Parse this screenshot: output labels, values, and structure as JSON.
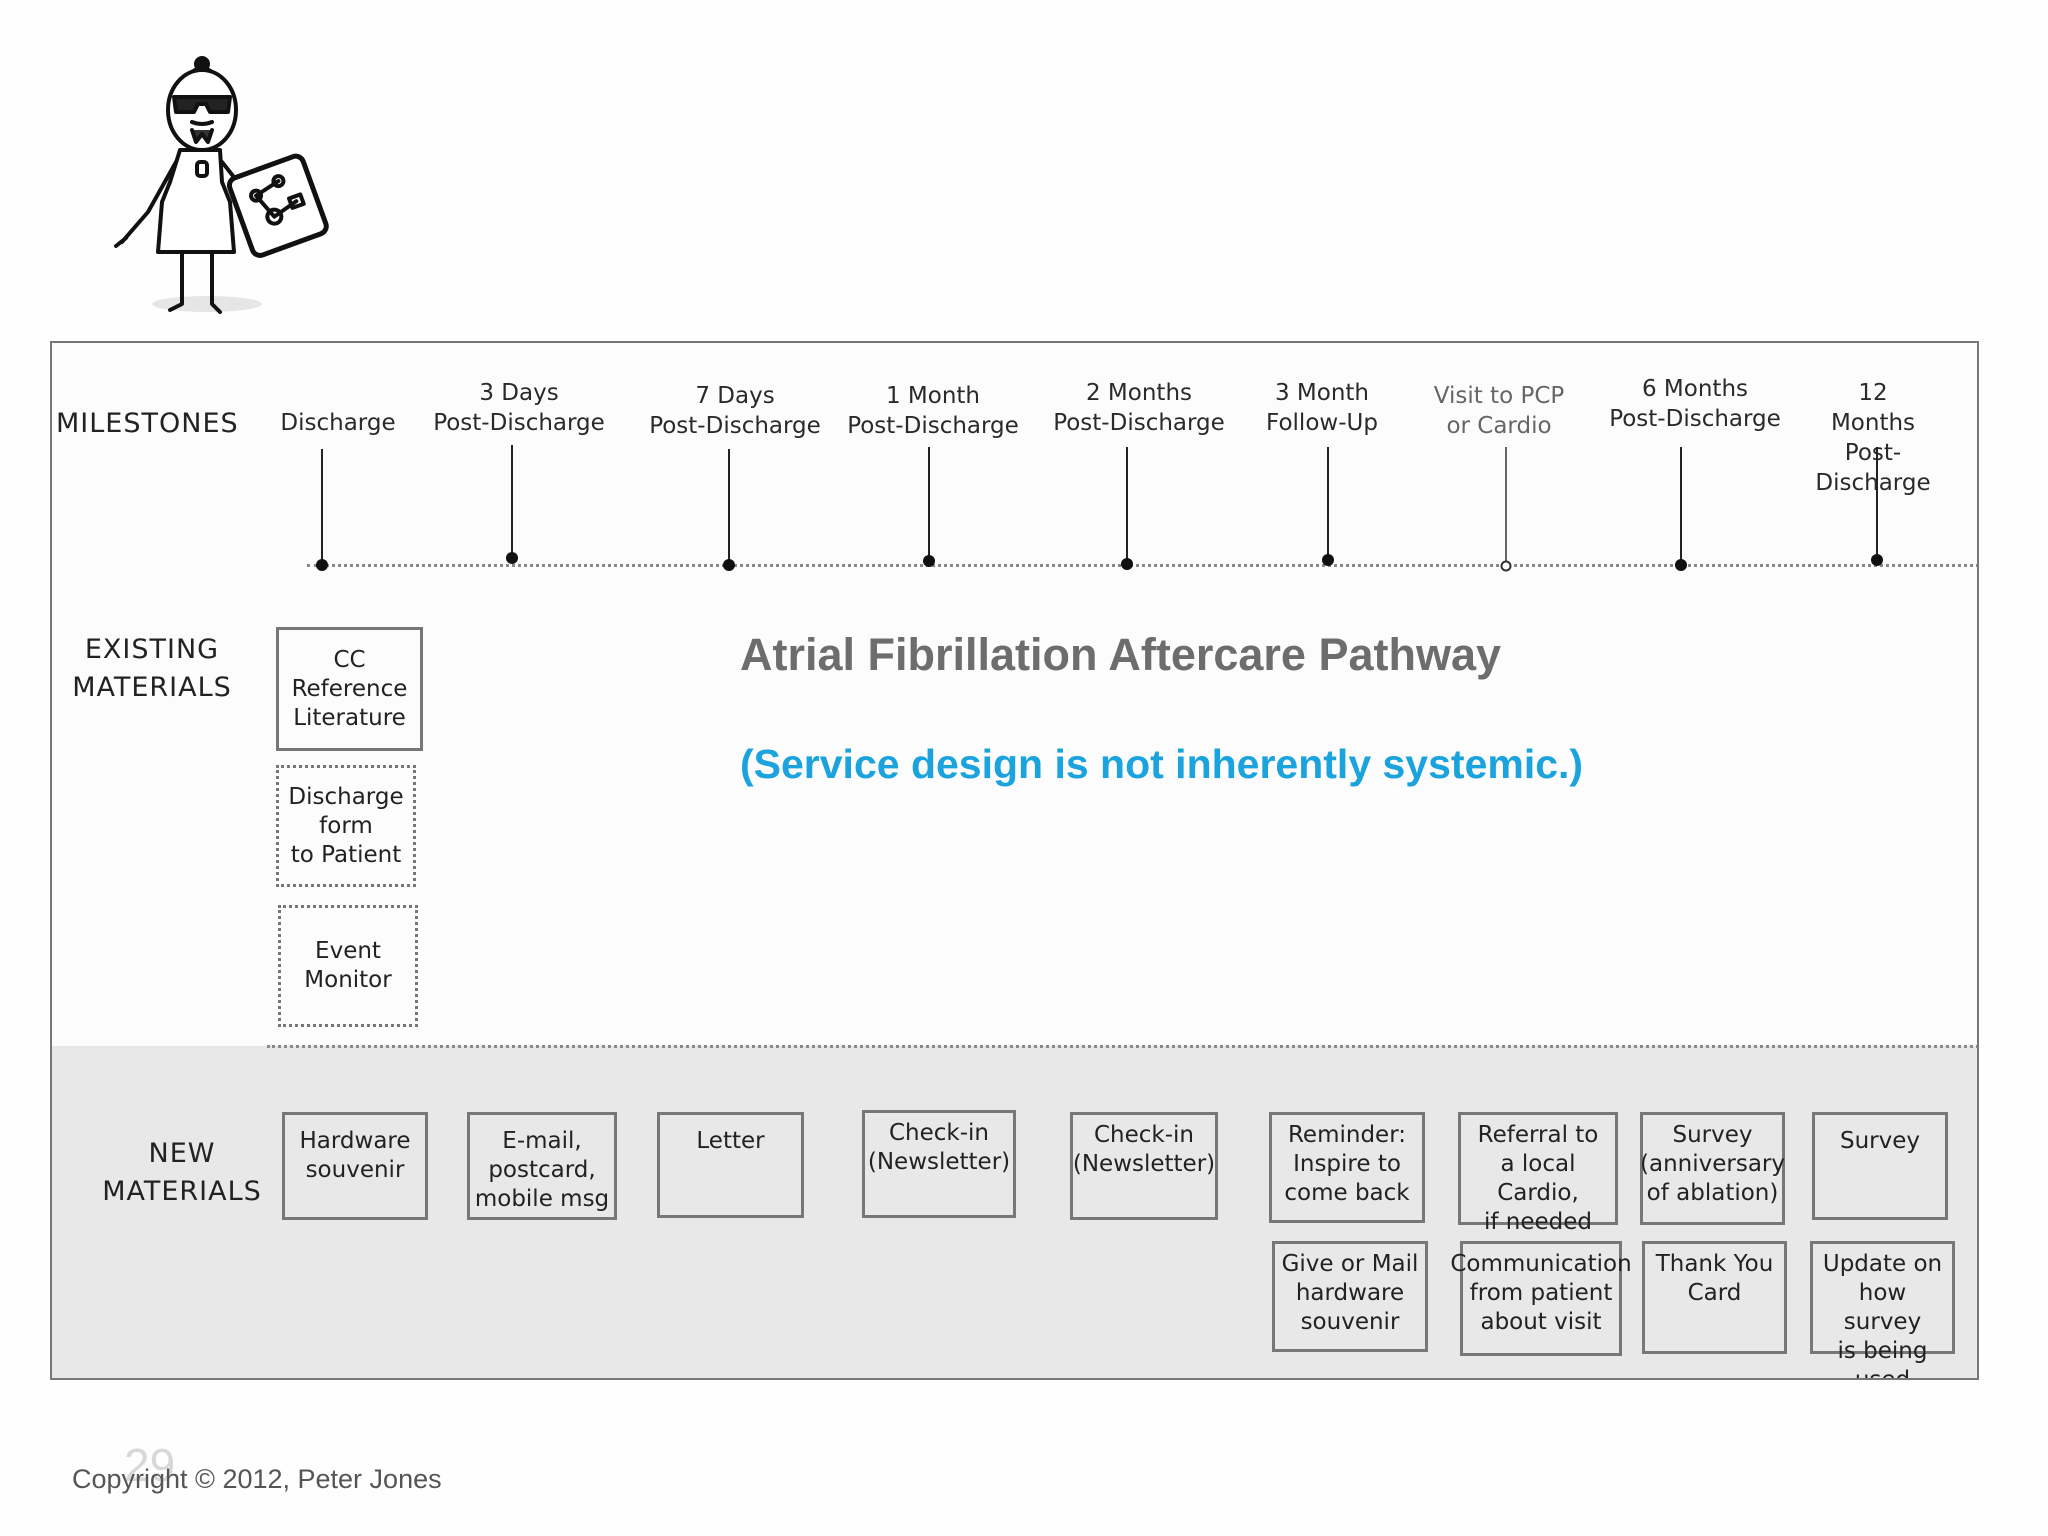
{
  "sections": {
    "milestones": "MILESTONES",
    "existing": "EXISTING\nMATERIALS",
    "new": "NEW\nMATERIALS"
  },
  "milestones": [
    {
      "label": "Discharge"
    },
    {
      "label": "3 Days\nPost-Discharge"
    },
    {
      "label": "7 Days\nPost-Discharge"
    },
    {
      "label": "1 Month\nPost-Discharge"
    },
    {
      "label": "2 Months\nPost-Discharge"
    },
    {
      "label": "3 Month\nFollow-Up"
    },
    {
      "label": "Visit to PCP\nor Cardio"
    },
    {
      "label": "6 Months\nPost-Discharge"
    },
    {
      "label": "12 Months\nPost-Discharge"
    }
  ],
  "existing_materials": [
    {
      "label": "CC Reference\nLiterature",
      "style": "solid"
    },
    {
      "label": "Discharge\nform\nto Patient",
      "style": "dotted"
    },
    {
      "label": "Event\nMonitor",
      "style": "dotted"
    }
  ],
  "new_materials": [
    {
      "label": "Hardware\nsouvenir"
    },
    {
      "label": "E-mail,\npostcard,\nmobile msg"
    },
    {
      "label": "Letter"
    },
    {
      "label": "Check-in\n(Newsletter)"
    },
    {
      "label": "Check-in\n(Newsletter)"
    },
    {
      "label": "Reminder:\nInspire to\ncome back"
    },
    {
      "label": "Referral to\na local Cardio,\nif needed"
    },
    {
      "label": "Survey\n(anniversary\nof ablation)"
    },
    {
      "label": "Survey"
    },
    {
      "label": "Give or Mail\nhardware\nsouvenir"
    },
    {
      "label": "Communication\nfrom patient\nabout visit"
    },
    {
      "label": "Thank You\nCard"
    },
    {
      "label": "Update on\nhow survey\nis being used"
    }
  ],
  "title": "Atrial Fibrillation Aftercare Pathway",
  "subtitle": "(Service design is not inherently systemic.)",
  "page_number": "29",
  "copyright": "Copyright © 2012, Peter Jones"
}
